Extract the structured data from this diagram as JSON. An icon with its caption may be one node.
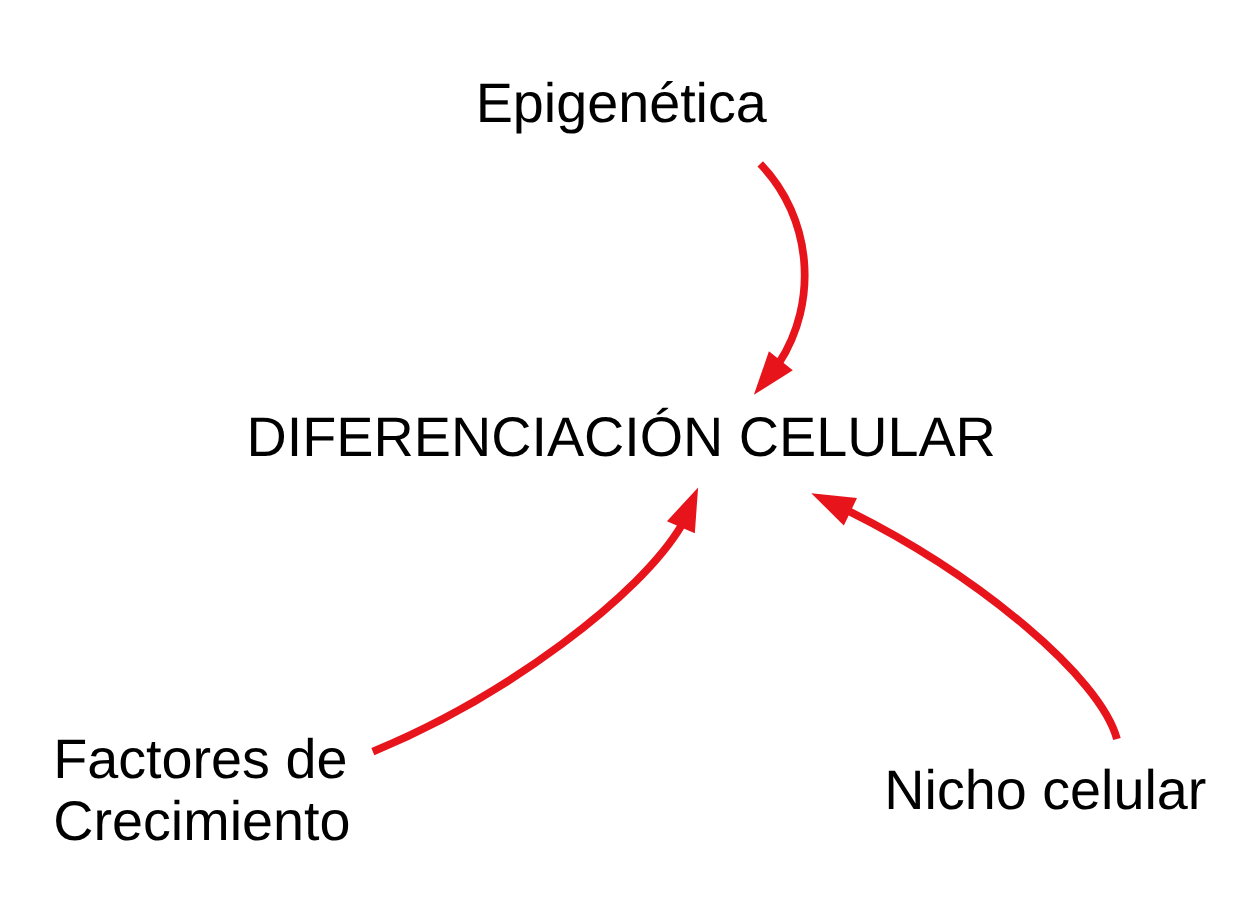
{
  "diagram": {
    "nodes": [
      {
        "text": [
          "Epigenética"
        ]
      },
      {
        "text": [
          "DIFERENCIACIÓN CELULAR"
        ]
      },
      {
        "text": [
          "Factores de Crecimiento"
        ]
      },
      {
        "text": [
          "Nicho celular"
        ]
      }
    ],
    "edges": [
      {
        "from": 0,
        "to": 1,
        "arrow": "to"
      },
      {
        "from": 2,
        "to": 1,
        "arrow": "to"
      },
      {
        "from": 3,
        "to": 1,
        "arrow": "to"
      }
    ]
  }
}
